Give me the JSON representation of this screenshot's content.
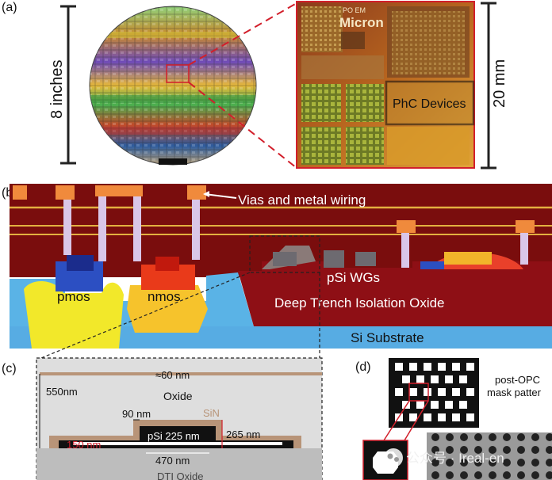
{
  "panel_a": {
    "label": "(a)",
    "wafer_size_label": "8 inches",
    "die_size_label": "20 mm",
    "die_brand_text": "Micron",
    "die_small_text": "PO EM",
    "phc_label": "PhC Devices"
  },
  "panel_b": {
    "label": "(b)",
    "vias_label": "Vias and metal wiring",
    "pmos_label": "pmos",
    "nmos_label": "nmos",
    "pwgs_label": "pSi WGs",
    "dti_label": "Deep Trench Isolation Oxide",
    "substrate_label": "Si Substrate"
  },
  "panel_c": {
    "label": "(c)",
    "top_dim": "≈60 nm",
    "height_dim": "550nm",
    "oxide_label": "Oxide",
    "dim_90": "90 nm",
    "sin_label": "SiN",
    "psi_label": "pSi 225 nm",
    "dim_265": "265 nm",
    "dim_150": "150 nm",
    "dim_470": "470 nm",
    "dti_bottom": "DTI Oxide"
  },
  "panel_d": {
    "label": "(d)",
    "mask_line1": "post-OPC",
    "mask_line2": "mask patter"
  },
  "watermark": {
    "text": "公众号 · Ireal-en"
  },
  "colors": {
    "beol_red": "#7a0d0d",
    "via_orange": "#f08a3c",
    "oxide_blue": "#5ab3e6",
    "dashed": "#333333",
    "scale_red": "#d21f2b",
    "sin": "#b89478"
  }
}
